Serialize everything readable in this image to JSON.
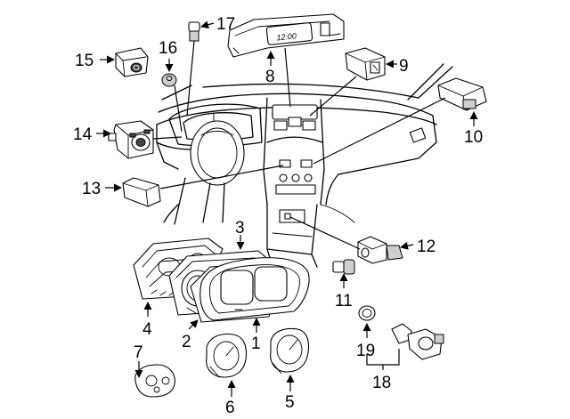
{
  "callouts": {
    "c1": "1",
    "c2": "2",
    "c3": "3",
    "c4": "4",
    "c5": "5",
    "c6": "6",
    "c7": "7",
    "c8": "8",
    "c9": "9",
    "c10": "10",
    "c11": "11",
    "c12": "12",
    "c13": "13",
    "c14": "14",
    "c15": "15",
    "c16": "16",
    "c17": "17",
    "c18": "18",
    "c19": "19"
  },
  "clock_display": "12:00",
  "colors": {
    "line": "#000000",
    "background": "#ffffff",
    "shade": "#cfcfcf"
  }
}
